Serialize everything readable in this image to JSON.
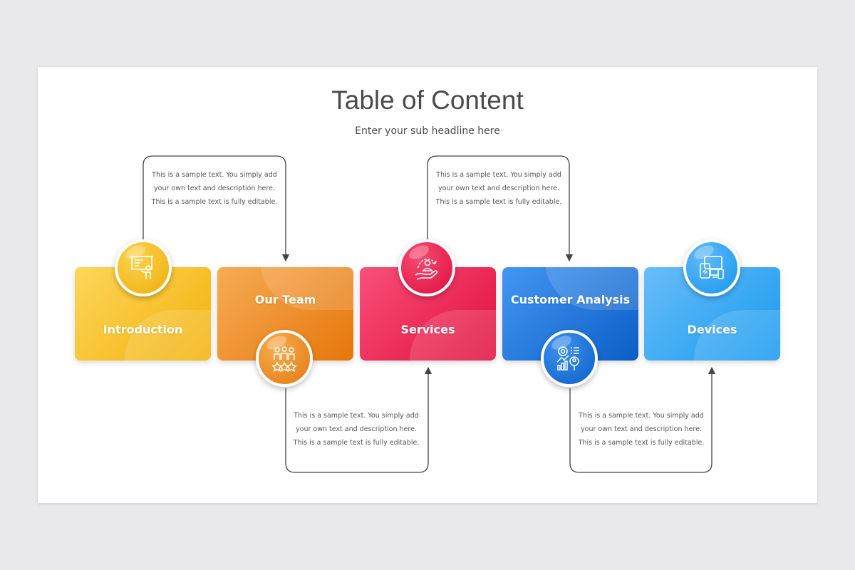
{
  "slide": {
    "title": "Table of Content",
    "subtitle": "Enter your sub headline here"
  },
  "items": [
    {
      "label": "Introduction",
      "icon": "presentation-board-icon",
      "color_start": "#fcd34d",
      "color_end": "#f2b410",
      "description_position": "top",
      "description": "This is a sample text. You simply add your own text and description here. This is a sample text is fully editable."
    },
    {
      "label": "Our Team",
      "icon": "team-stars-icon",
      "color_start": "#f5a84a",
      "color_end": "#e8790e",
      "description_position": "bottom",
      "description": "This is a sample text. You simply add your own text and description here. This is a sample text is fully editable."
    },
    {
      "label": "Services",
      "icon": "hand-user-cycle-icon",
      "color_start": "#f74a72",
      "color_end": "#e3103f",
      "description_position": "top",
      "description": "This is a sample text. You simply add your own text and description here. This is a sample text is fully editable."
    },
    {
      "label": "Customer Analysis",
      "icon": "analytics-search-icon",
      "color_start": "#3d8ff0",
      "color_end": "#0b63c9",
      "description_position": "bottom",
      "description": "This is a sample text. You simply add your own text and description here. This is a sample text is fully editable."
    },
    {
      "label": "Devices",
      "icon": "devices-icon",
      "color_start": "#62b8f7",
      "color_end": "#1a9cf0",
      "description_position": "top",
      "description": "This is a sample text. You simply add your own text and description here. This is a sample text is fully editable."
    }
  ],
  "colors": {
    "background": "#e9e9eb",
    "slide": "#ffffff",
    "connector": "#444444",
    "title_text": "#4a4a4a"
  }
}
